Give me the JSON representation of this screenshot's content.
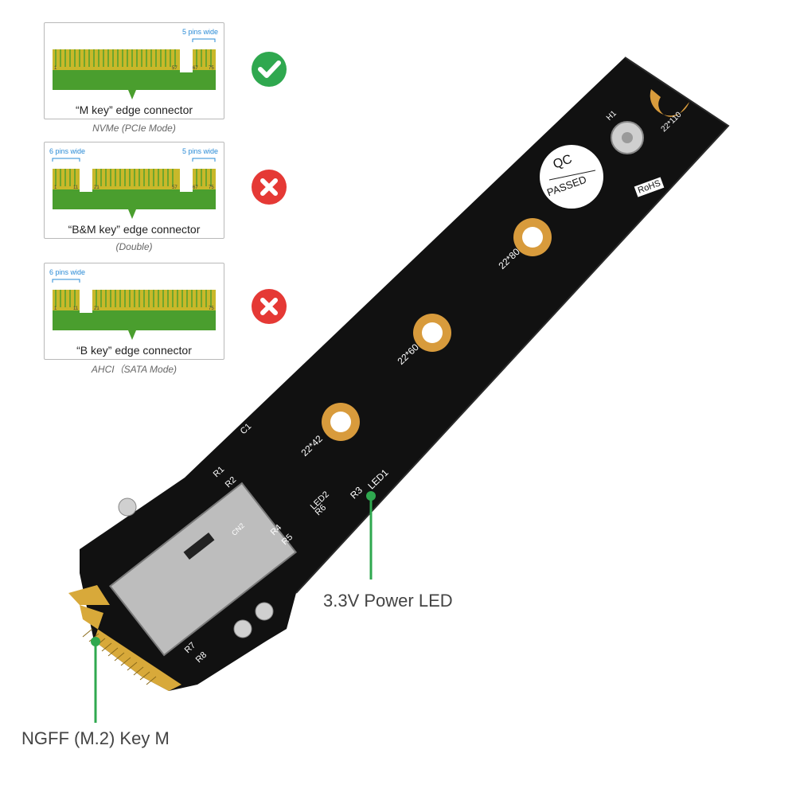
{
  "panels": [
    {
      "label": "“M key” edge connector",
      "sub": "NVMe (PCIe Mode)",
      "pins_right": "5 pins wide",
      "nums": [
        "1",
        "57",
        "67",
        "75"
      ]
    },
    {
      "label": "“B&M key” edge connector",
      "sub": "(Double)",
      "pins_left": "6 pins wide",
      "pins_right": "5 pins wide",
      "nums": [
        "1",
        "11",
        "21",
        "57",
        "67",
        "75"
      ]
    },
    {
      "label": "“B key” edge connector",
      "sub": "AHCI（SATA Mode)",
      "pins_left": "6 pins wide",
      "nums": [
        "1",
        "11",
        "21",
        "75"
      ]
    }
  ],
  "status": [
    {
      "icon": "check-icon",
      "color": "#2fa84f"
    },
    {
      "icon": "cross-icon",
      "color": "#e53935"
    },
    {
      "icon": "cross-icon",
      "color": "#e53935"
    }
  ],
  "board": {
    "title": "Apple 12+16Pin SSD To NGFF M Key Interface Adapter  Ver 2.0",
    "qc_top": "QC",
    "qc_bottom": "PASSED",
    "rohs": "RoHS",
    "h1": "H1",
    "hole_labels": [
      "22*80",
      "22*60",
      "22*42",
      "22*110"
    ],
    "components": [
      "R1",
      "R2",
      "C1",
      "LED2",
      "R6",
      "R4",
      "R5",
      "R3",
      "LED1",
      "CN2",
      "R7",
      "R8"
    ]
  },
  "callouts": {
    "led": "3.3V Power LED",
    "ngff": "NGFF (M.2) Key M",
    "line_color": "#2fa84f"
  }
}
